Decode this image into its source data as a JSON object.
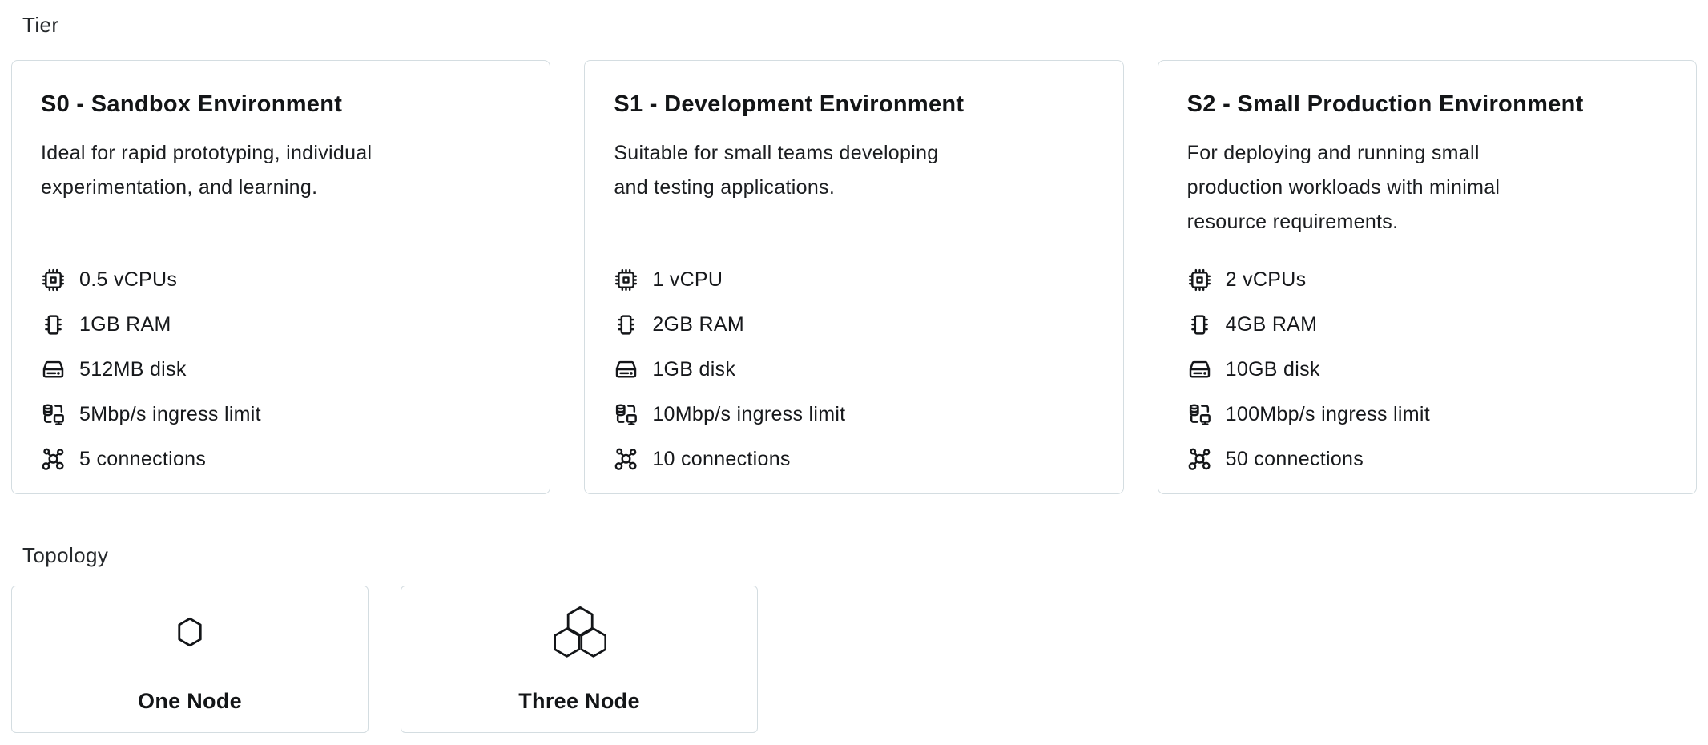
{
  "labels": {
    "tier": "Tier",
    "topology": "Topology"
  },
  "tiers": [
    {
      "id": "S0",
      "title": "S0 - Sandbox Environment",
      "description": "Ideal for rapid prototyping, individual\nexperimentation, and learning.",
      "specs": [
        {
          "icon": "cpu-icon",
          "text": "0.5 vCPUs"
        },
        {
          "icon": "ram-icon",
          "text": "1GB RAM"
        },
        {
          "icon": "disk-icon",
          "text": "512MB disk"
        },
        {
          "icon": "ingress-icon",
          "text": "5Mbp/s ingress limit"
        },
        {
          "icon": "connections-icon",
          "text": "5 connections"
        }
      ]
    },
    {
      "id": "S1",
      "title": "S1 - Development Environment",
      "description": "Suitable for small teams developing\nand testing applications.",
      "specs": [
        {
          "icon": "cpu-icon",
          "text": "1 vCPU"
        },
        {
          "icon": "ram-icon",
          "text": "2GB RAM"
        },
        {
          "icon": "disk-icon",
          "text": "1GB disk"
        },
        {
          "icon": "ingress-icon",
          "text": "10Mbp/s ingress limit"
        },
        {
          "icon": "connections-icon",
          "text": "10 connections"
        }
      ]
    },
    {
      "id": "S2",
      "title": "S2 - Small Production Environment",
      "description": "For deploying and running small\nproduction workloads with minimal\nresource requirements.",
      "specs": [
        {
          "icon": "cpu-icon",
          "text": "2 vCPUs"
        },
        {
          "icon": "ram-icon",
          "text": "4GB RAM"
        },
        {
          "icon": "disk-icon",
          "text": "10GB disk"
        },
        {
          "icon": "ingress-icon",
          "text": "100Mbp/s ingress limit"
        },
        {
          "icon": "connections-icon",
          "text": "50 connections"
        }
      ]
    }
  ],
  "topologies": [
    {
      "icon": "one-node-icon",
      "label": "One Node"
    },
    {
      "icon": "three-node-icon",
      "label": "Three Node"
    }
  ],
  "colors": {
    "card_border": "#d4dde1",
    "text": "#17191c",
    "background": "#ffffff"
  }
}
